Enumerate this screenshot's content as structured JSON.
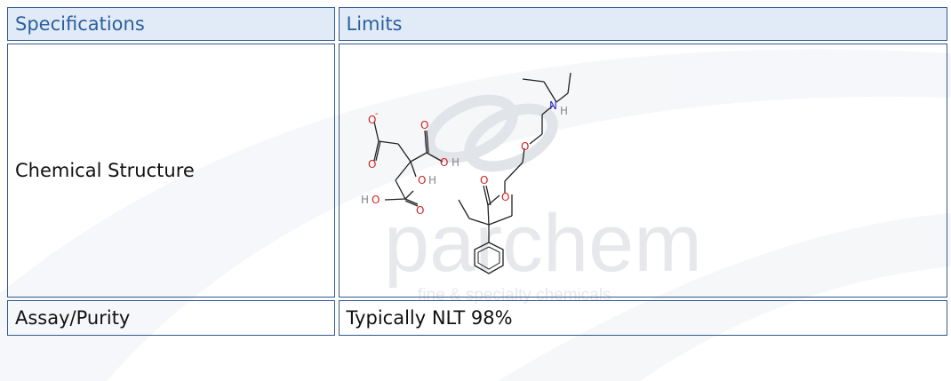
{
  "table": {
    "header": {
      "specifications": "Specifications",
      "limits": "Limits"
    },
    "rows": [
      {
        "spec": "Chemical Structure",
        "limit_type": "structure-image"
      },
      {
        "spec": "Assay/Purity",
        "limit": "Typically NLT 98%"
      }
    ]
  },
  "watermark": {
    "brand": "parchem",
    "tagline": "fine & specialty chemicals"
  },
  "structure": {
    "citrate_labels": {
      "o_minus": "O",
      "charge": "-",
      "o1": "O",
      "o2": "O",
      "o3": "O",
      "oh_o": "O",
      "h1": "H",
      "h2": "H",
      "h3": "H",
      "o4": "O",
      "o5": "O"
    },
    "base_labels": {
      "n": "N",
      "nh": "H",
      "ether_o": "O",
      "ester_o": "O",
      "carbonyl_o": "O"
    }
  },
  "colors": {
    "border": "#31598e",
    "header_bg": "#dae8f6",
    "header_text": "#2c5f9e",
    "oxygen": "#d42020",
    "nitrogen": "#2a2adf",
    "hydrogen": "#888888"
  }
}
